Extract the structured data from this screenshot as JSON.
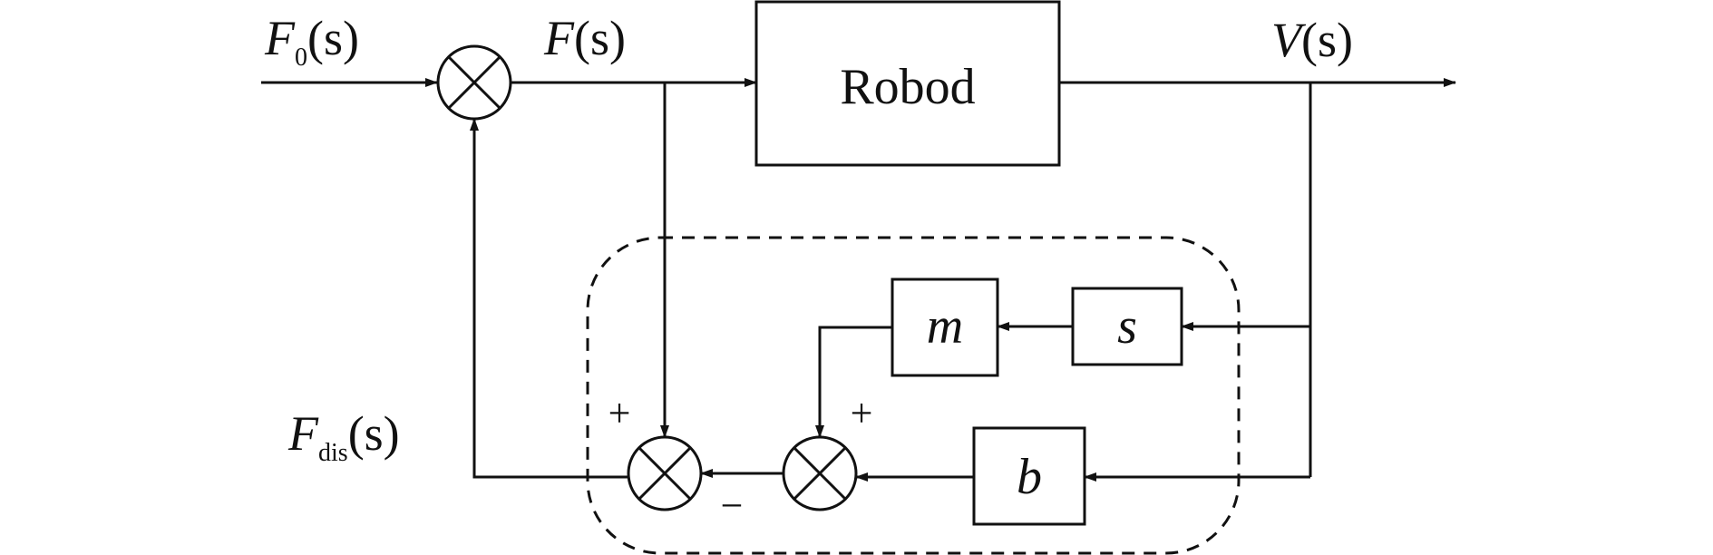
{
  "signals": {
    "f0": {
      "main": "F",
      "sub": "0",
      "arg": "(s)"
    },
    "f": {
      "main": "F",
      "arg": "(s)"
    },
    "v": {
      "main": "V",
      "arg": "(s)"
    },
    "fdis": {
      "main": "F",
      "sub": "dis",
      "arg": "(s)"
    }
  },
  "blocks": {
    "plant": "Robod",
    "m": "m",
    "s": "s",
    "b": "b"
  },
  "signs": {
    "plus_left": "+",
    "plus_right": "+",
    "minus": "−"
  },
  "colors": {
    "stroke": "#111111",
    "background": "#ffffff"
  }
}
